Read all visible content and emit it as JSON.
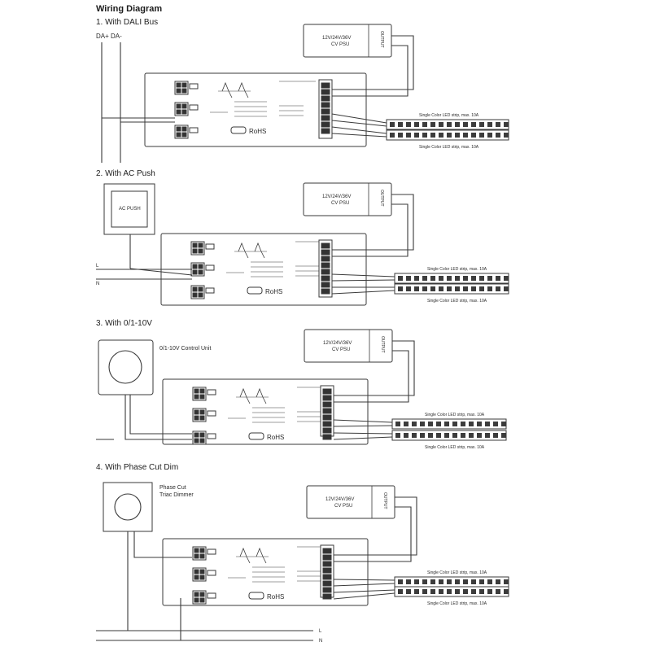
{
  "title": "Wiring Diagram",
  "sections": [
    {
      "heading": "1. With DALI Bus",
      "bus_label": "DA+ DA-",
      "psu_label": "12V/24V/36V",
      "psu_label2": "CV PSU",
      "psu_side": "OUTPUT",
      "strip_label": "Single Color LED strip, max. 10A",
      "rohs": "RoHS"
    },
    {
      "heading": "2. With AC Push",
      "device_label": "AC PUSH",
      "l_label": "L",
      "n_label": "N",
      "psu_label": "12V/24V/36V",
      "psu_label2": "CV PSU",
      "psu_side": "OUTPUT",
      "strip_label": "Single Color LED strip, max. 10A",
      "rohs": "RoHS"
    },
    {
      "heading": "3. With 0/1-10V",
      "device_label": "0/1-10V Control Unit",
      "psu_label": "12V/24V/36V",
      "psu_label2": "CV PSU",
      "psu_side": "OUTPUT",
      "strip_label": "Single Color LED strip, max. 10A",
      "rohs": "RoHS"
    },
    {
      "heading": "4. With Phase Cut Dim",
      "device_label": "Phase Cut",
      "device_label2": "Triac Dimmer",
      "l_label": "L",
      "n_label": "N",
      "psu_label": "12V/24V/36V",
      "psu_label2": "CV PSU",
      "psu_side": "OUTPUT",
      "strip_label": "Single Color LED strip, max. 10A",
      "rohs": "RoHS"
    }
  ],
  "colors": {
    "ink": "#2a2a2a",
    "line": "#3a3a3a",
    "led": "#3c3c3c",
    "paper": "#ffffff"
  }
}
